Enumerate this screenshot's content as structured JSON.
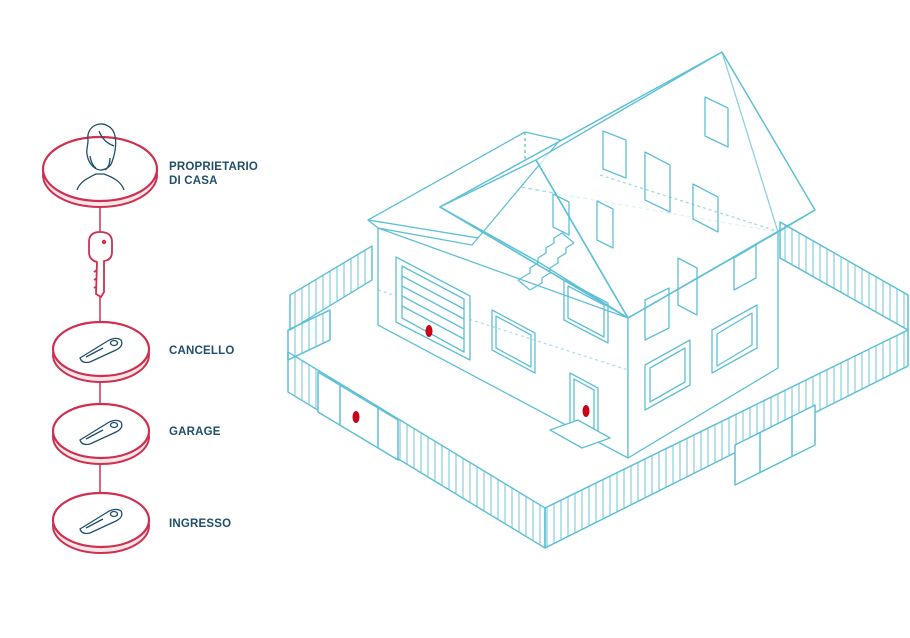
{
  "colors": {
    "accent_red": "#d0304f",
    "line_blue": "#5fc0d6",
    "label_dark": "#1f4f6b",
    "sensor_red": "#c8001a"
  },
  "hierarchy": {
    "owner": {
      "label_line1": "PROPRIETARIO",
      "label_line2": "DI CASA",
      "icon": "person-icon"
    },
    "master_key_icon": "key-icon",
    "locks": [
      {
        "label": "CANCELLO",
        "icon": "key-blade-icon"
      },
      {
        "label": "GARAGE",
        "icon": "key-blade-icon"
      },
      {
        "label": "INGRESSO",
        "icon": "key-blade-icon"
      }
    ]
  },
  "house_icon": "isometric-house-wireframe",
  "lock_markers": [
    "gate",
    "garage",
    "entrance"
  ]
}
